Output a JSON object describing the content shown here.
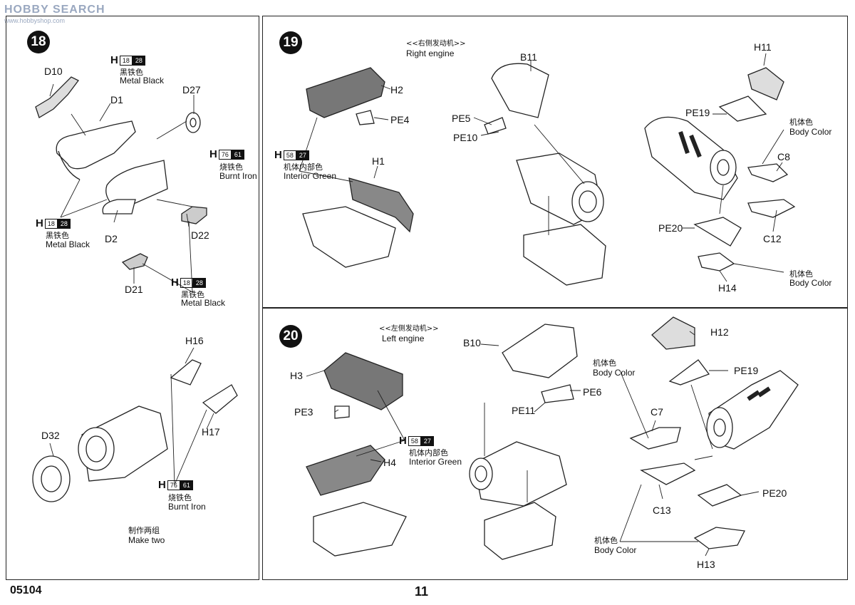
{
  "watermark": {
    "text": "HOBBY SEARCH",
    "sub": "www.hobbyshop.com"
  },
  "steps": {
    "s18": {
      "number": "18",
      "parts": {
        "D10": "D10",
        "D1": "D1",
        "D27": "D27",
        "D2": "D2",
        "D22": "D22",
        "D21": "D21",
        "H16": "H16",
        "H17": "H17",
        "D32": "D32"
      },
      "paint_black_1": {
        "code_letter": "H",
        "c1": "18",
        "c2": "28",
        "cn": "黑铁色",
        "en": "Metal Black"
      },
      "paint_burnt_1": {
        "code_letter": "H",
        "c1": "76",
        "c2": "61",
        "cn": "烧铁色",
        "en": "Burnt Iron"
      },
      "paint_black_2": {
        "code_letter": "H",
        "c1": "18",
        "c2": "28",
        "cn": "黑铁色",
        "en": "Metal Black"
      },
      "paint_black_3": {
        "code_letter": "H",
        "c1": "18",
        "c2": "28",
        "cn": "黑铁色",
        "en": "Metal Black"
      },
      "paint_burnt_2": {
        "code_letter": "H",
        "c1": "76",
        "c2": "61",
        "cn": "烧铁色",
        "en": "Burnt Iron"
      },
      "make_two_cn": "制作两组",
      "make_two_en": "Make two"
    },
    "s19": {
      "number": "19",
      "title_cn": "<<右侧发动机>>",
      "title_en": "Right engine",
      "parts": {
        "H2": "H2",
        "PE4": "PE4",
        "H1": "H1",
        "B11": "B11",
        "PE5": "PE5",
        "PE10": "PE10",
        "H11": "H11",
        "PE19": "PE19",
        "C8": "C8",
        "PE20": "PE20",
        "C12": "C12",
        "H14": "H14"
      },
      "paint_green": {
        "code_letter": "H",
        "c1": "58",
        "c2": "27",
        "cn": "机体内部色",
        "en": "Interior Green"
      },
      "body_color_1": {
        "cn": "机体色",
        "en": "Body Color"
      },
      "body_color_2": {
        "cn": "机体色",
        "en": "Body Color"
      }
    },
    "s20": {
      "number": "20",
      "title_cn": "<<左侧发动机>>",
      "title_en": "Left engine",
      "parts": {
        "H3": "H3",
        "PE3": "PE3",
        "H4": "H4",
        "B10": "B10",
        "PE6": "PE6",
        "PE11": "PE11",
        "H12": "H12",
        "PE19": "PE19",
        "C7": "C7",
        "C13": "C13",
        "PE20": "PE20",
        "H13": "H13"
      },
      "paint_green": {
        "code_letter": "H",
        "c1": "58",
        "c2": "27",
        "cn": "机体内部色",
        "en": "Interior Green"
      },
      "body_color_1": {
        "cn": "机体色",
        "en": "Body Color"
      },
      "body_color_2": {
        "cn": "机体色",
        "en": "Body Color"
      }
    }
  },
  "footer": {
    "code": "05104",
    "page": "11"
  }
}
